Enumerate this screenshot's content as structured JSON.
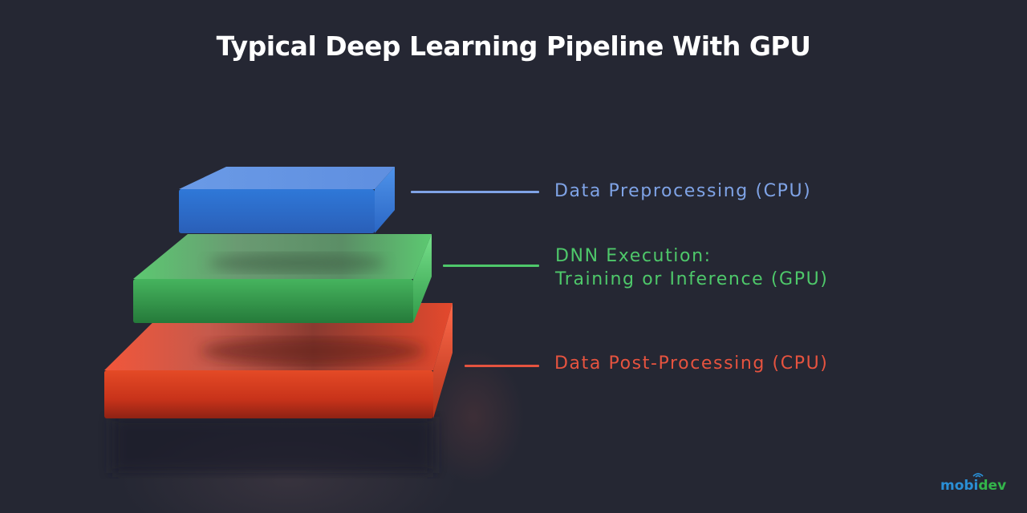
{
  "title": "Typical Deep Learning Pipeline With GPU",
  "colors": {
    "background": "#252733",
    "preprocessing": "#7fa3e6",
    "dnn": "#4ec86a",
    "postprocessing": "#e6533f",
    "logo_blue": "#2a8fd6",
    "logo_green": "#33b54a"
  },
  "layers": [
    {
      "id": "preprocessing",
      "label_lines": [
        "Data Preprocessing (CPU)"
      ],
      "processor": "CPU",
      "color": "#2f6fd1"
    },
    {
      "id": "dnn",
      "label_lines": [
        "DNN Execution:",
        "Training or Inference (GPU)"
      ],
      "processor": "GPU",
      "color": "#2f9a48"
    },
    {
      "id": "postprocessing",
      "label_lines": [
        "Data Post-Processing (CPU)"
      ],
      "processor": "CPU",
      "color": "#d23a1c"
    }
  ],
  "logo": {
    "part1": "mobi",
    "part2": "dev"
  }
}
